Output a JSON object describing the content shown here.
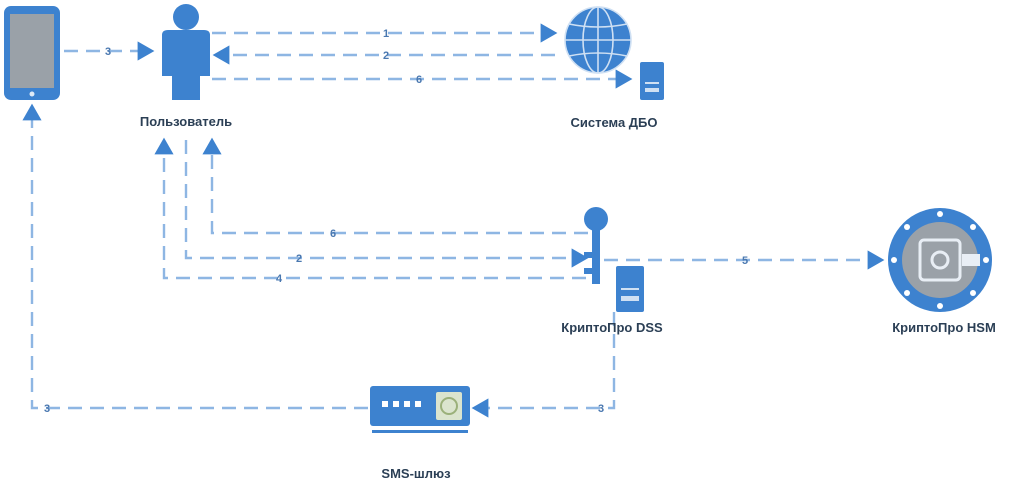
{
  "colors": {
    "accent": "#3d82cf",
    "line": "#8eb6e3",
    "dark": "#2b3f55",
    "device_gray": "#9aa1a8"
  },
  "nodes": {
    "user": {
      "label": "Пользователь",
      "icon": "person-icon"
    },
    "phone": {
      "icon": "smartphone-icon"
    },
    "dbo": {
      "label": "Система ДБО",
      "icon": "globe-icon"
    },
    "dss": {
      "label": "КриптоПро DSS",
      "icon": "key-server-icon"
    },
    "hsm": {
      "label": "КриптоПро HSM",
      "icon": "safe-vault-icon"
    },
    "sms": {
      "label": "SMS-шлюз",
      "icon": "gateway-device-icon"
    }
  },
  "edges": [
    {
      "id": "user-to-dbo",
      "label": "1"
    },
    {
      "id": "dbo-to-user",
      "label": "2"
    },
    {
      "id": "user-to-dbo-server",
      "label": "6"
    },
    {
      "id": "phone-to-user",
      "label": "3"
    },
    {
      "id": "dss-to-user",
      "label": "6"
    },
    {
      "id": "user-to-dss",
      "label": "2"
    },
    {
      "id": "dss-to-user-lower",
      "label": "4"
    },
    {
      "id": "dss-hsm",
      "label": "5"
    },
    {
      "id": "dss-to-sms",
      "label": "3"
    },
    {
      "id": "sms-to-phone",
      "label": "3"
    }
  ]
}
